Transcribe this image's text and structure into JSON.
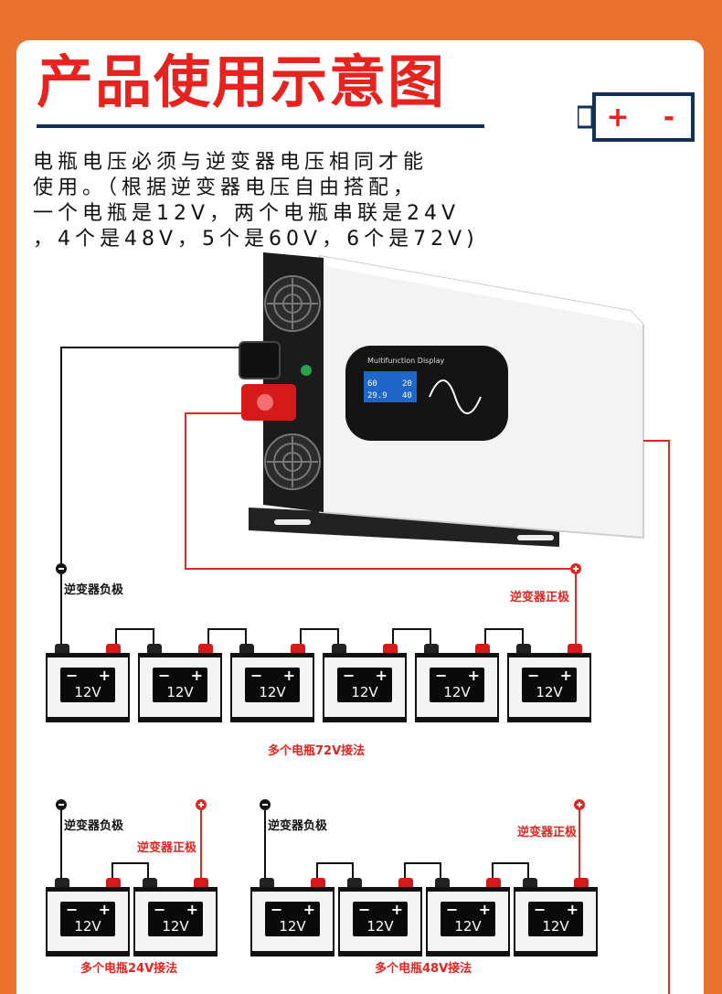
{
  "title": "产品使用示意图",
  "description_lines": [
    "电瓶电压必须与逆变器电压相同才能",
    "使用。（根据逆变器电压自由搭配，",
    "一个电瓶是12V，两个电瓶串联是24V",
    "，4个是48V，5个是60V，6个是72V)"
  ],
  "battery_icon": {
    "plus": "+",
    "minus": "-"
  },
  "inverter": {
    "display_label": "Multifunction Display",
    "screen_left": "60",
    "screen_left2": "29.9",
    "screen_right": "20",
    "screen_right2": "40"
  },
  "battery_label": {
    "minus": "−",
    "plus": "+",
    "voltage": "12V"
  },
  "diagram_72v": {
    "neg_label": "逆变器负极",
    "pos_label": "逆变器正极",
    "caption": "多个电瓶72V接法"
  },
  "diagram_24v": {
    "neg_label": "逆变器负极",
    "pos_label": "逆变器正极",
    "caption": "多个电瓶24V接法"
  },
  "diagram_48v": {
    "neg_label": "逆变器负极",
    "pos_label": "逆变器正极",
    "caption": "多个电瓶48V接法"
  },
  "colors": {
    "accent": "#e6231f",
    "frame": "#e8722e",
    "navy": "#14305a"
  }
}
